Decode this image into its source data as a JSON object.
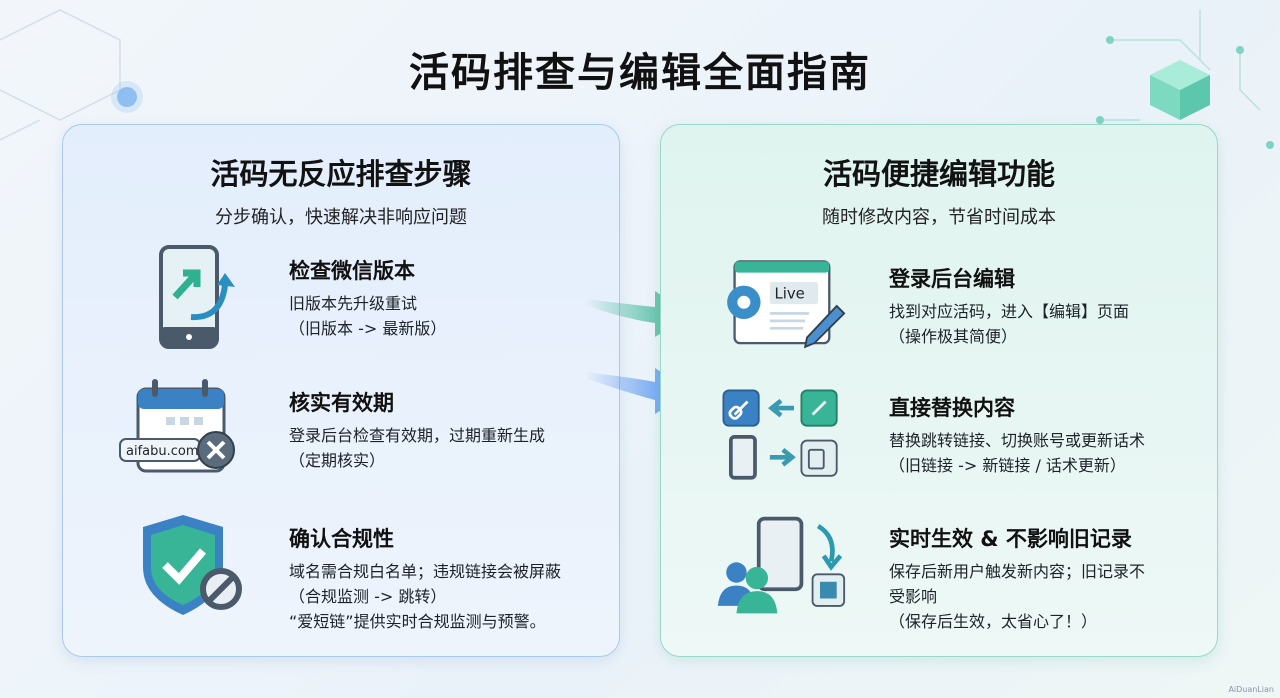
{
  "title": "活码排查与编辑全面指南",
  "left": {
    "title": "活码无反应排查步骤",
    "subtitle": "分步确认，快速解决非响应问题",
    "items": [
      {
        "heading": "检查微信版本",
        "lines": [
          "旧版本先升级重试",
          "（旧版本 -> 最新版）"
        ],
        "icon": "phone-upgrade-icon"
      },
      {
        "heading": "核实有效期",
        "lines": [
          "登录后台检查有效期，过期重新生成",
          "（定期核实）"
        ],
        "icon": "calendar-expired-icon",
        "icon_text": "aifabu.com"
      },
      {
        "heading": "确认合规性",
        "lines": [
          "域名需合规白名单；违规链接会被屏蔽",
          "（合规监测 -> 跳转）",
          "“爱短链”提供实时合规监测与预警。"
        ],
        "icon": "shield-check-icon"
      }
    ]
  },
  "right": {
    "title": "活码便捷编辑功能",
    "subtitle": "随时修改内容，节省时间成本",
    "items": [
      {
        "heading": "登录后台编辑",
        "lines": [
          "找到对应活码，进入【编辑】页面",
          "（操作极其简便）"
        ],
        "icon": "live-edit-icon",
        "icon_text": "Live"
      },
      {
        "heading": "直接替换内容",
        "lines": [
          "替换跳转链接、切换账号或更新话术",
          "（旧链接 -> 新链接 / 话术更新）"
        ],
        "icon": "link-replace-icon"
      },
      {
        "heading": "实时生效 & 不影响旧记录",
        "lines": [
          "保存后新用户触发新内容；旧记录不",
          "受影响",
          "（保存后生效，太省心了！）"
        ],
        "icon": "realtime-save-icon"
      }
    ]
  },
  "watermark": "AiDuanLian",
  "colors": {
    "blue": "#3b82c4",
    "teal": "#2fb08f",
    "dark": "#4a5a6a"
  }
}
